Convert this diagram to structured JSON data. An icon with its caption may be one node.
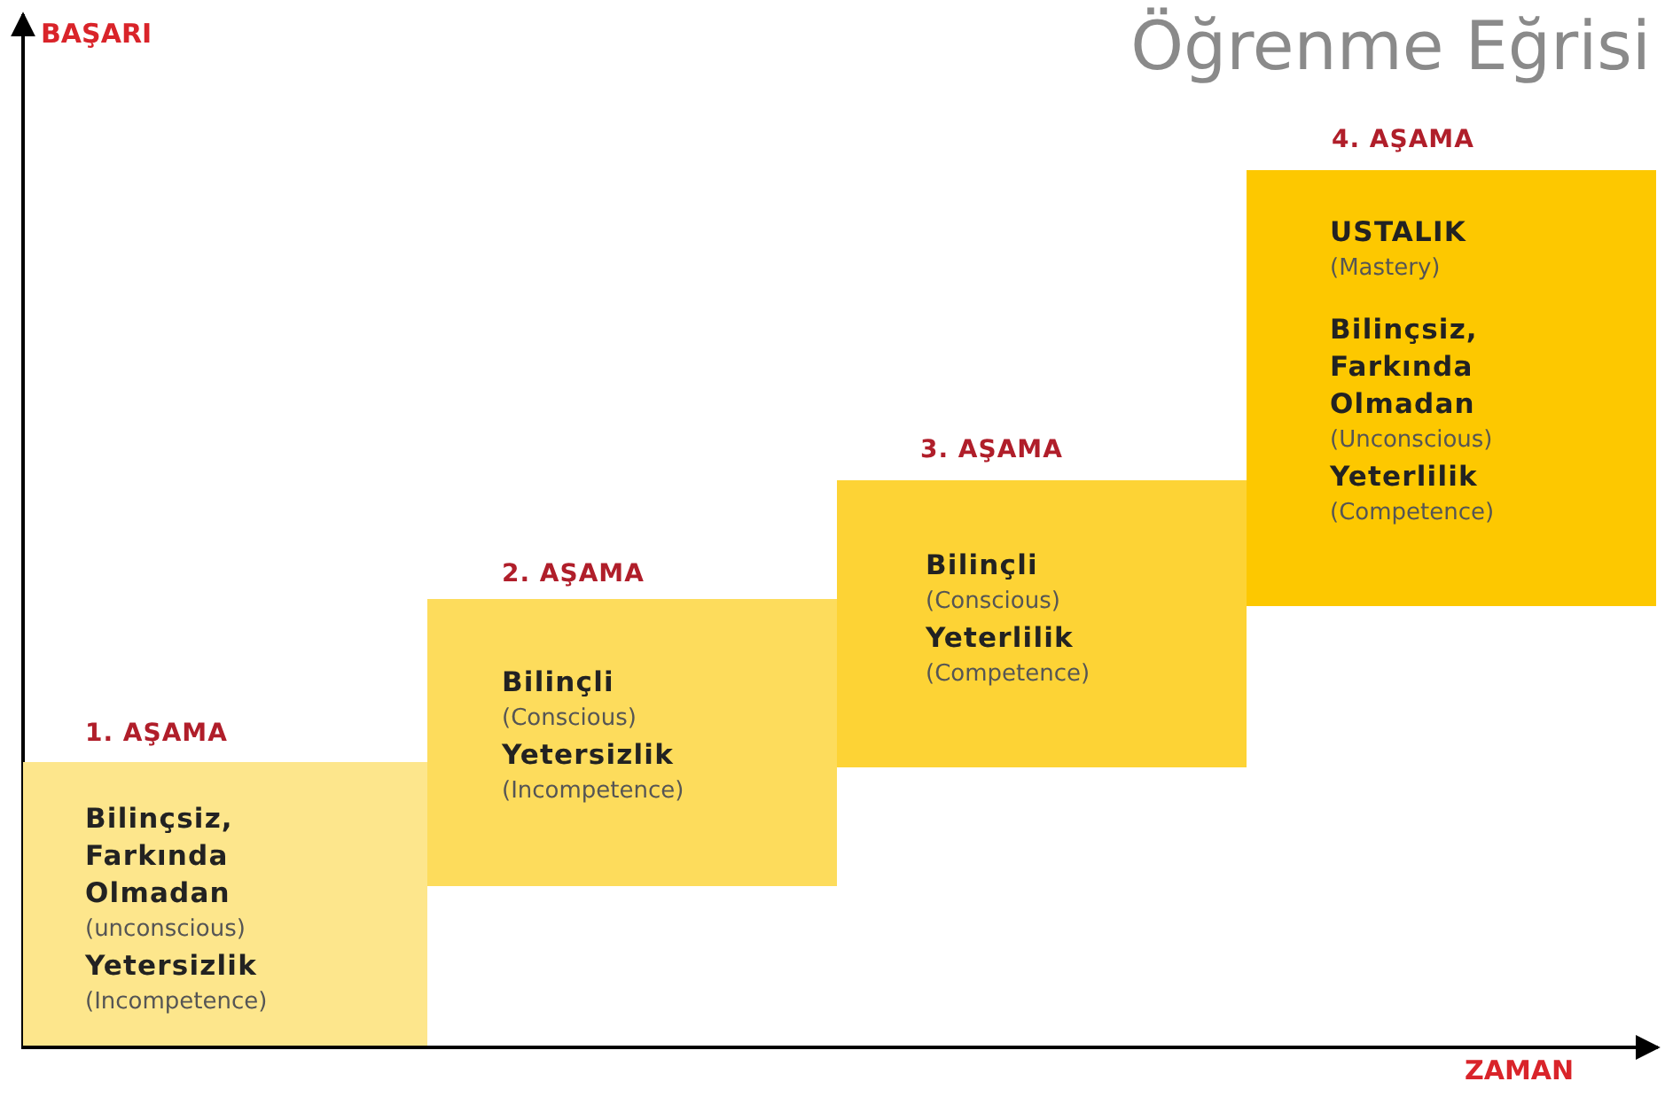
{
  "diagram": {
    "title": "Öğrenme Eğrisi",
    "nodes": [
      {
        "text": [
          "1. AŞAMA",
          "Bilinçsiz, Farkında Olmadan",
          "(unconscious)",
          "Yetersizlik",
          "(Incompetence)"
        ]
      },
      {
        "text": [
          "2. AŞAMA",
          "Bilinçli",
          "(Conscious)",
          "Yetersizlik",
          "(Incompetence)"
        ]
      },
      {
        "text": [
          "3. AŞAMA",
          "Bilinçli",
          "(Conscious)",
          "Yeterlilik",
          "(Competence)"
        ]
      },
      {
        "text": [
          "4. AŞAMA",
          "USTALIK",
          "(Mastery)",
          "Bilinçsiz, Farkında Olmadan",
          "(Unconscious)",
          "Yeterlilik",
          "(Competence)"
        ]
      }
    ],
    "labels": [
      "BAŞARI",
      "ZAMAN"
    ]
  }
}
